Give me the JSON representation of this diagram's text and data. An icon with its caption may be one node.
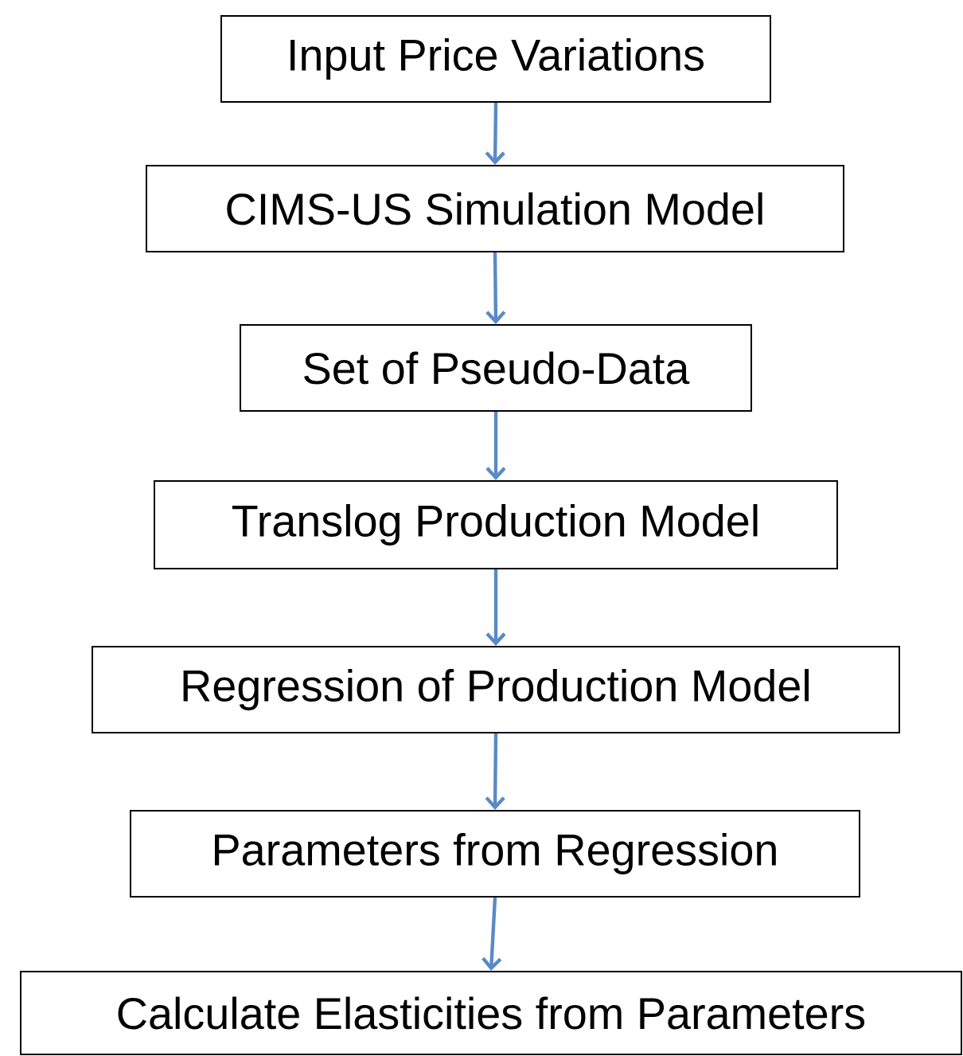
{
  "diagram": {
    "nodes": [
      {
        "text": [
          "Input Price Variations"
        ]
      },
      {
        "text": [
          "CIMS-US Simulation Model"
        ]
      },
      {
        "text": [
          "Set of Pseudo-Data"
        ]
      },
      {
        "text": [
          "Translog Production Model"
        ]
      },
      {
        "text": [
          "Regression of Production Model"
        ]
      },
      {
        "text": [
          "Parameters from Regression"
        ]
      },
      {
        "text": [
          "Calculate Elasticities from Parameters"
        ]
      }
    ],
    "edges": [
      {
        "from": 0,
        "to": 1,
        "arrow": "to"
      },
      {
        "from": 1,
        "to": 2,
        "arrow": "to"
      },
      {
        "from": 2,
        "to": 3,
        "arrow": "to"
      },
      {
        "from": 3,
        "to": 4,
        "arrow": "to"
      },
      {
        "from": 4,
        "to": 5,
        "arrow": "to"
      },
      {
        "from": 5,
        "to": 6,
        "arrow": "to"
      }
    ]
  }
}
